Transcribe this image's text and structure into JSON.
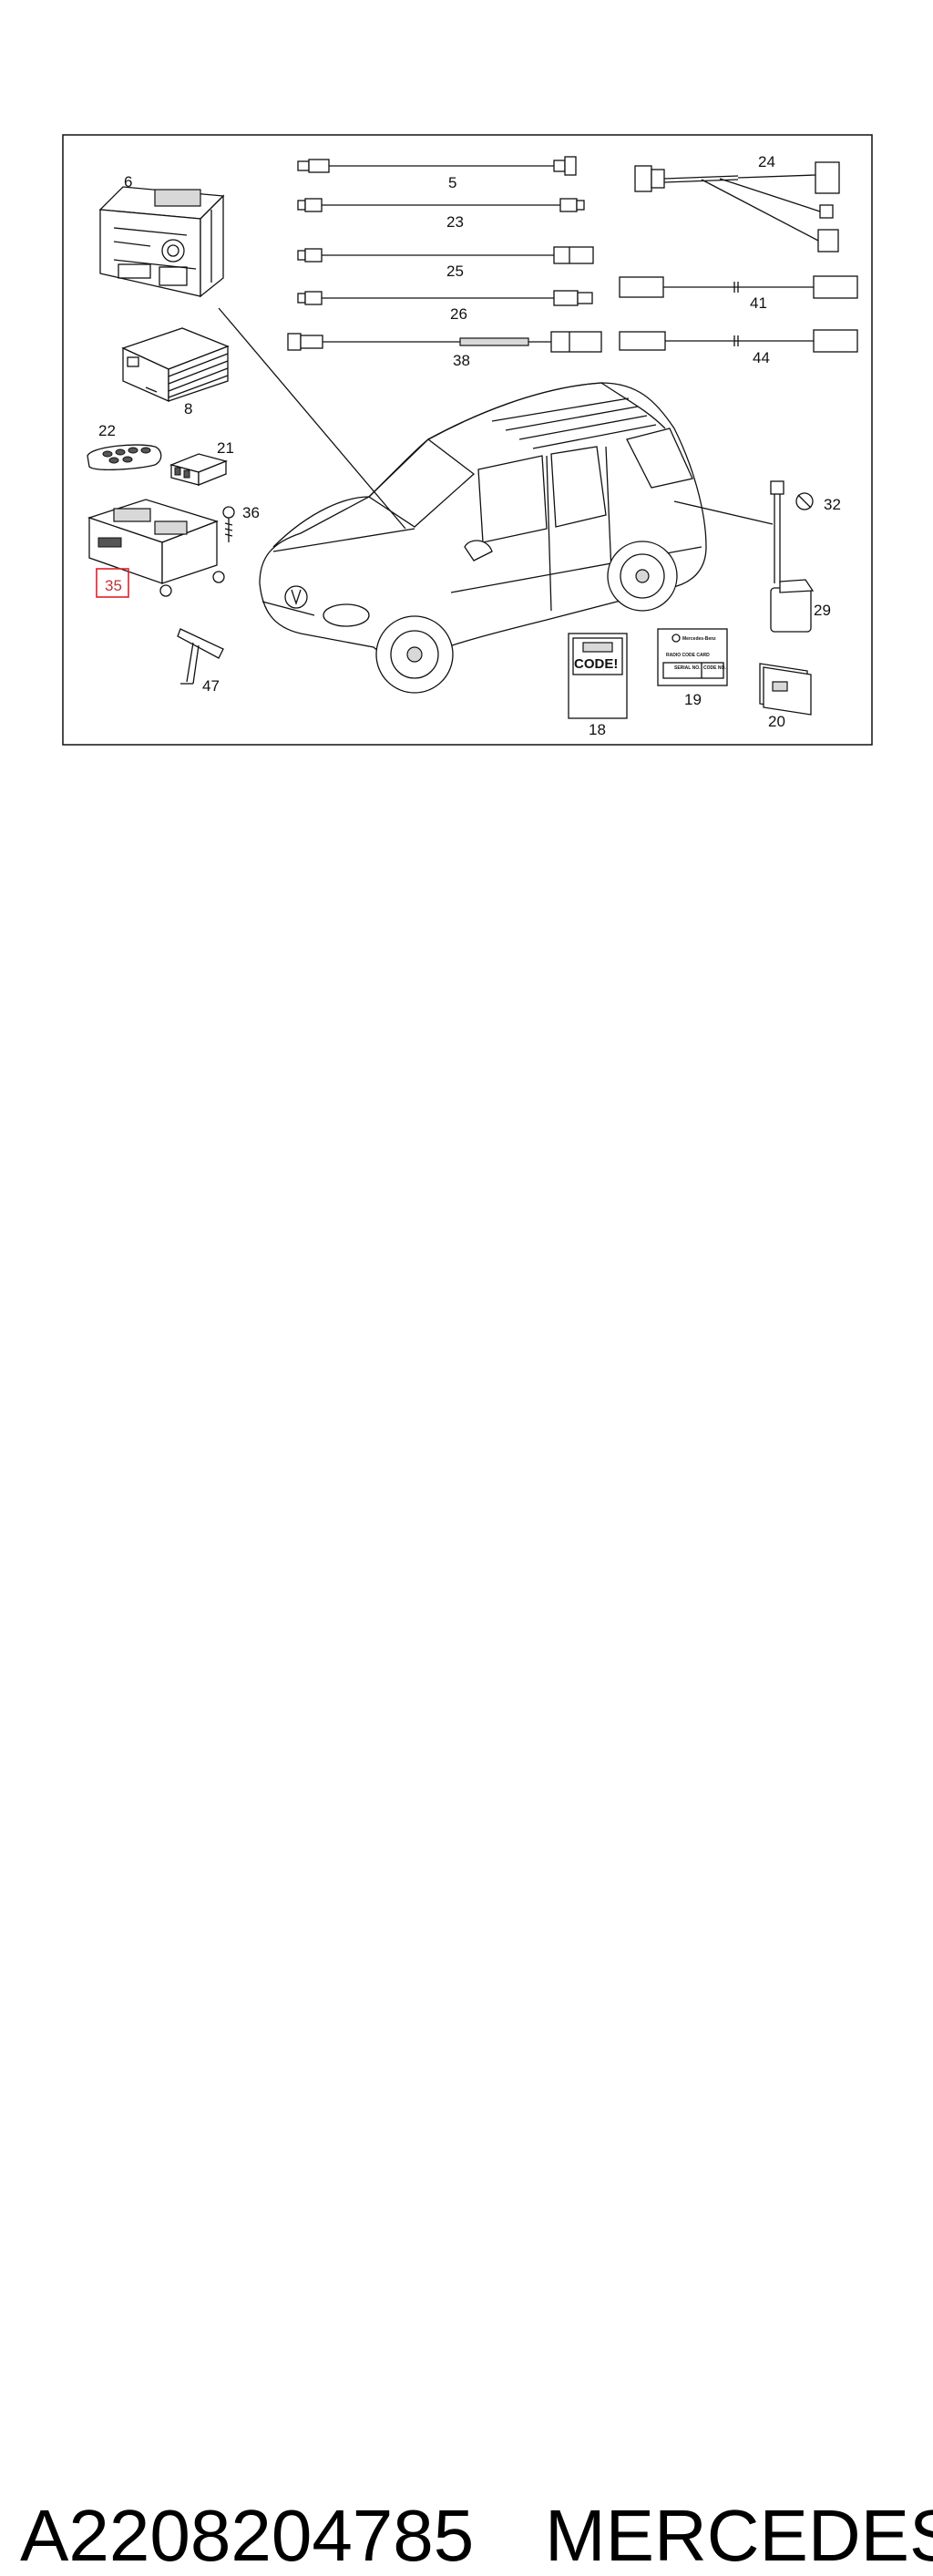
{
  "diagram": {
    "callouts": {
      "c5": "5",
      "c6": "6",
      "c8": "8",
      "c18": "18",
      "c19": "19",
      "c20": "20",
      "c21": "21",
      "c22": "22",
      "c23": "23",
      "c24": "24",
      "c25": "25",
      "c26": "26",
      "c29": "29",
      "c32": "32",
      "c35": "35",
      "c36": "36",
      "c38": "38",
      "c41": "41",
      "c44": "44",
      "c47": "47"
    },
    "highlighted_callout": "35",
    "code_sticker_text": "CODE!",
    "code_card": {
      "brand": "Mercedes-Benz",
      "title": "RADIO CODE CARD",
      "serial_label": "SERIAL NO.",
      "code_label": "CODE NO."
    },
    "highlight_color": "#e0202a"
  },
  "caption": {
    "part_number": "A2208204785",
    "brand": "MERCEDES"
  }
}
